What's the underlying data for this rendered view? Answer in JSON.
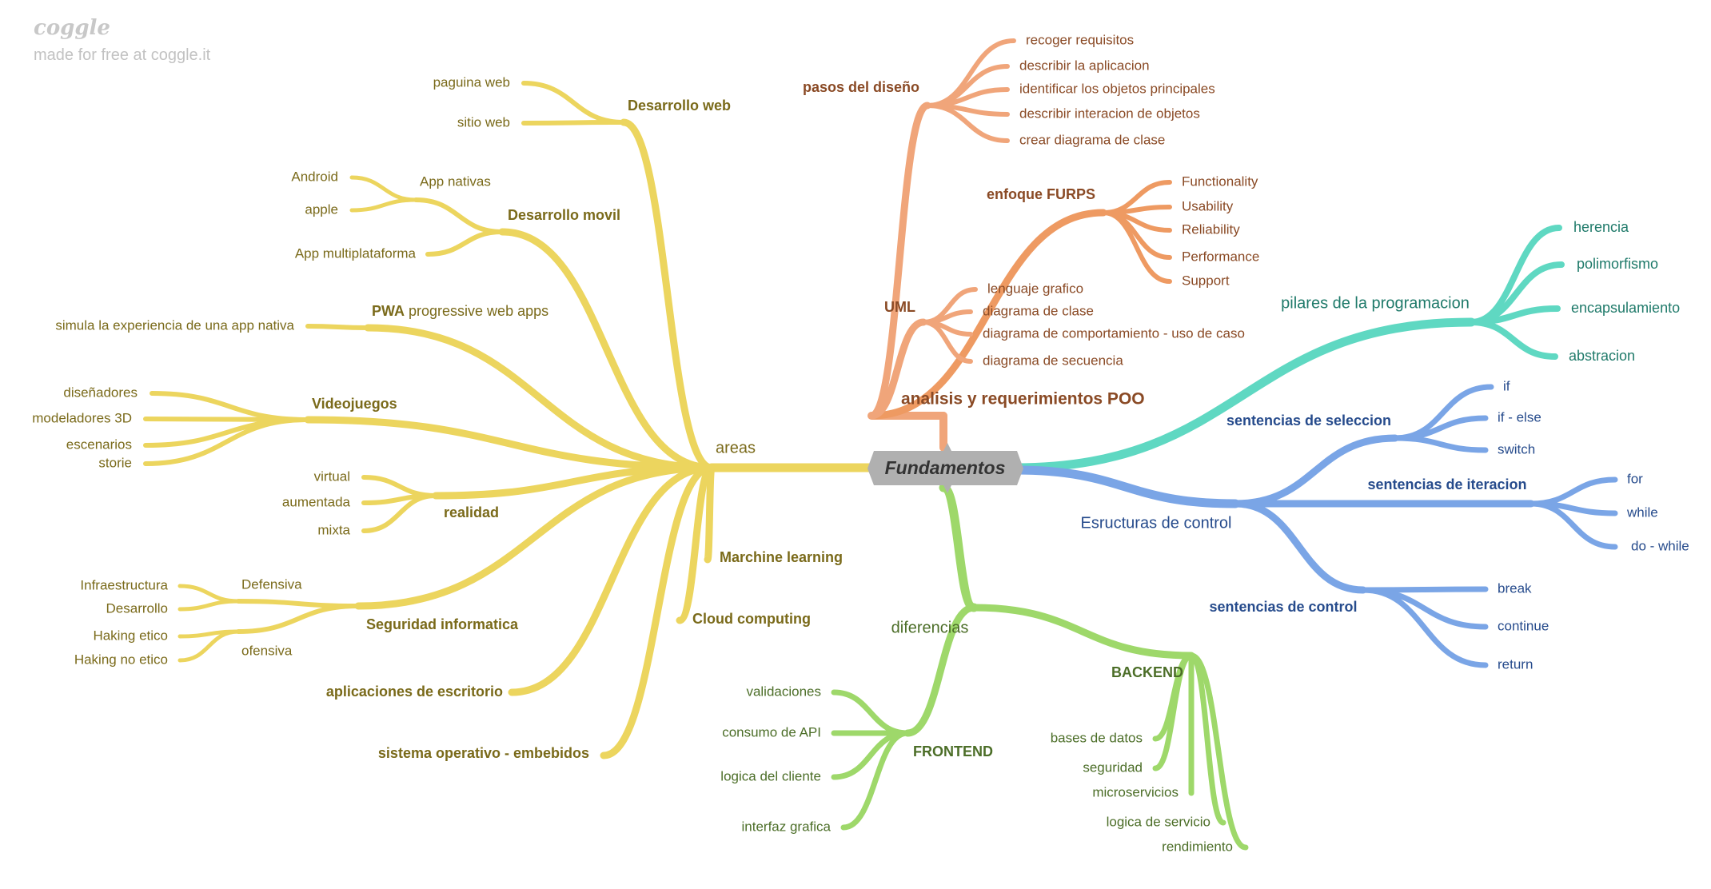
{
  "brand": {
    "logo": "coggle",
    "tagline": "made for free at coggle.it"
  },
  "colors": {
    "yellow": "#ecd55e",
    "yellow_text": "#7a6a1a",
    "orange": "#f0a57a",
    "orange_dark": "#ee9a62",
    "orange_text": "#8a4a25",
    "teal": "#5fd8c2",
    "teal_text": "#1f7a6a",
    "blue": "#7aa5e6",
    "blue_text": "#264b8c",
    "green": "#9ed86a",
    "green_text": "#4c6e28",
    "root_fill": "#b0b0b0"
  },
  "root": "Fundamentos",
  "areas": {
    "label": "areas",
    "web": {
      "label": "Desarrollo web",
      "children": [
        "paguina web",
        "sitio web"
      ]
    },
    "movil": {
      "label": "Desarrollo movil",
      "nativas": {
        "label": "App nativas",
        "children": [
          "Android",
          "apple"
        ]
      },
      "multi": "App multiplataforma"
    },
    "pwa": {
      "bold": "PWA",
      "rest": "progressive web apps",
      "children": [
        "simula la experiencia de una app nativa"
      ]
    },
    "videojuegos": {
      "label": "Videojuegos",
      "children": [
        "diseñadores",
        "modeladores 3D",
        "escenarios",
        "storie"
      ]
    },
    "realidad": {
      "label": "realidad",
      "children": [
        "virtual",
        "aumentada",
        "mixta"
      ]
    },
    "seguridad": {
      "label": "Seguridad informatica",
      "defensiva": {
        "label": "Defensiva",
        "children": [
          "Infraestructura",
          "Desarrollo"
        ]
      },
      "ofensiva": {
        "label": "ofensiva",
        "children": [
          "Haking etico",
          "Haking no etico"
        ]
      }
    },
    "escritorio": "aplicaciones de escritorio",
    "embebidos": "sistema operativo - embebidos",
    "ml": "Marchine learning",
    "cloud": "Cloud computing"
  },
  "poo": {
    "label": "analisis y requerimientos POO",
    "pasos": {
      "label": "pasos del diseño",
      "children": [
        "recoger requisitos",
        "describir la aplicacion",
        "identificar los objetos principales",
        "describir interacion de objetos",
        "crear diagrama de clase"
      ]
    },
    "furps": {
      "label": "enfoque FURPS",
      "children": [
        "Functionality",
        "Usability",
        "Reliability",
        "Performance",
        "Support"
      ]
    },
    "uml": {
      "label": "UML",
      "children": [
        "lenguaje grafico",
        "diagrama de clase",
        "diagrama de comportamiento - uso de caso",
        "diagrama de secuencia"
      ]
    }
  },
  "pilares": {
    "label": "pilares de la programacion",
    "children": [
      "herencia",
      "polimorfismo",
      "encapsulamiento",
      "abstracion"
    ]
  },
  "control": {
    "label": "Esructuras de control",
    "seleccion": {
      "label": "sentencias de seleccion",
      "children": [
        "if",
        "if - else",
        "switch"
      ]
    },
    "iteracion": {
      "label": "sentencias de iteracion",
      "children": [
        "for",
        "while",
        "do - while"
      ]
    },
    "ctrl": {
      "label": "sentencias de control",
      "children": [
        "break",
        "continue",
        "return"
      ]
    }
  },
  "diferencias": {
    "label": "diferencias",
    "frontend": {
      "label": "FRONTEND",
      "children": [
        "validaciones",
        "consumo de API",
        "logica del cliente",
        "interfaz grafica"
      ]
    },
    "backend": {
      "label": "BACKEND",
      "children": [
        "bases de datos",
        "seguridad",
        "microservicios",
        "logica de servicio",
        "rendimiento"
      ]
    }
  }
}
